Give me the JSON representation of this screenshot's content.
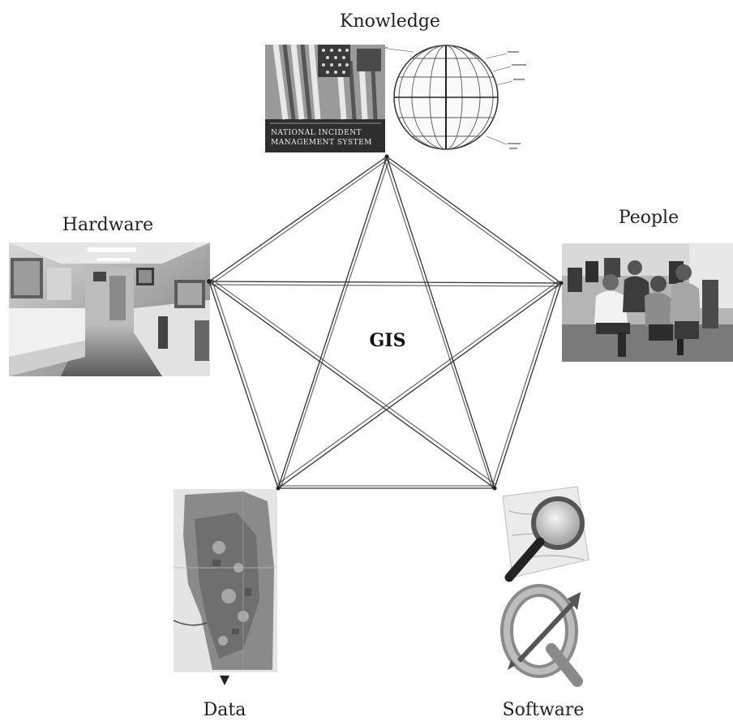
{
  "diagram": {
    "center": "GIS",
    "nodes": {
      "knowledge": "Knowledge",
      "hardware": "Hardware",
      "people": "People",
      "data": "Data",
      "software": "Software"
    },
    "knowledge_image_caption": [
      "NATIONAL INCIDENT",
      "MANAGEMENT SYSTEM"
    ]
  }
}
